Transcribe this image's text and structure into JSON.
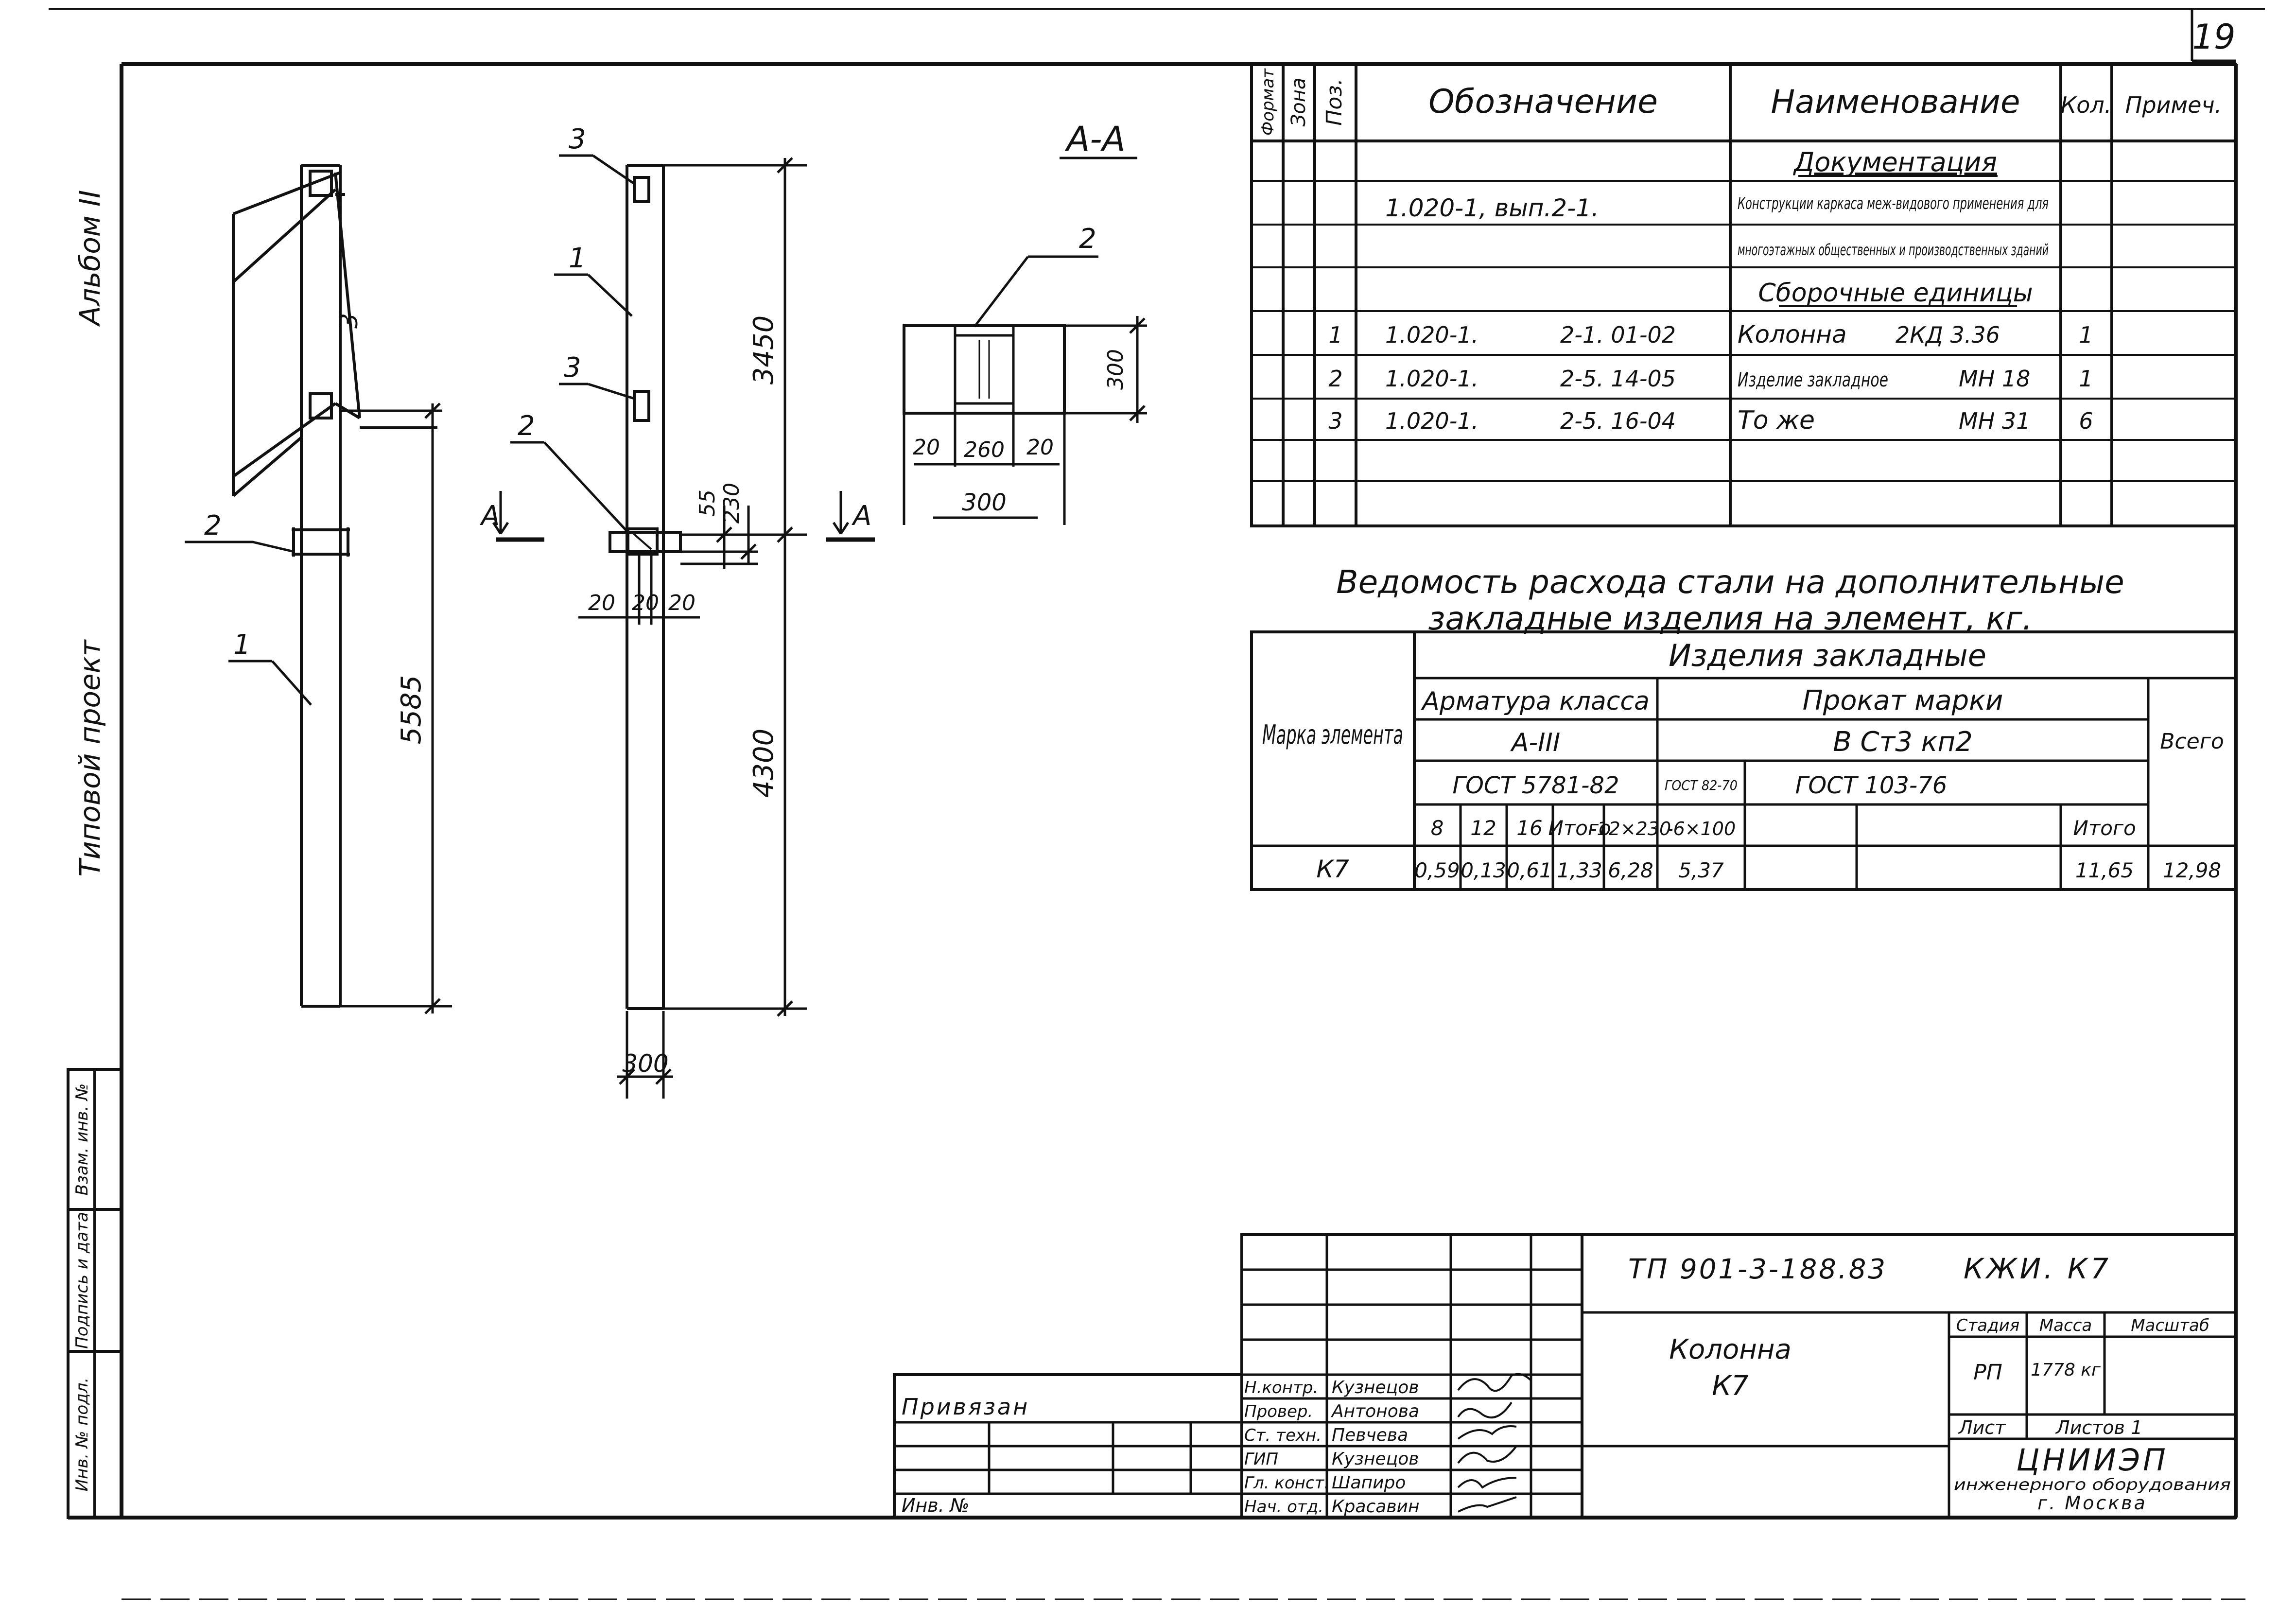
{
  "sheet_number": "19",
  "side_labels": {
    "album": "Альбом II",
    "project": "Типовой проект",
    "stamp_inv": "Инв. № подл.",
    "stamp_sign": "Подпись и дата",
    "stamp_vzam": "Взам. инв. №"
  },
  "drawing": {
    "section_title": "А-А",
    "section_mark": "А",
    "callouts": {
      "col": "1",
      "emb2": "2",
      "emb3": "3"
    },
    "dims": {
      "total_height": "5585",
      "upper": "3450",
      "lower": "4300",
      "width": "300",
      "d20": "20",
      "d55": "55",
      "d230": "230",
      "d260": "260",
      "sec_width": "300",
      "sec_height": "300"
    }
  },
  "spec_table": {
    "headers": {
      "format": "Формат",
      "zone": "Зона",
      "pos": "Поз.",
      "designation": "Обозначение",
      "name": "Наименование",
      "qty": "Кол.",
      "note": "Примеч."
    },
    "section_docs": "Документация",
    "doc_designation": "1.020-1, вып.2-1.",
    "doc_name_1": "Конструкции каркаса меж-видового применения для",
    "doc_name_2": "многоэтажных общественных и производственных зданий",
    "section_assemblies": "Сборочные единицы",
    "rows": [
      {
        "pos": "1",
        "des_a": "1.020-1.",
        "des_b": "2-1. 01-02",
        "name": "Колонна",
        "mark": "2КД 3.36",
        "qty": "1"
      },
      {
        "pos": "2",
        "des_a": "1.020-1.",
        "des_b": "2-5. 14-05",
        "name": "Изделие закладное",
        "mark": "МН 18",
        "qty": "1"
      },
      {
        "pos": "3",
        "des_a": "1.020-1.",
        "des_b": "2-5. 16-04",
        "name": "То же",
        "mark": "МН 31",
        "qty": "6"
      }
    ]
  },
  "steel_table": {
    "title_1": "Ведомость расхода стали на дополнительные",
    "title_2": "закладные изделия на элемент, кг.",
    "h_items": "Изделия закладные",
    "h_rebar": "Арматура класса",
    "h_rolled": "Прокат марки",
    "h_rebar_class": "А-III",
    "h_rolled_grade": "В Ст3 кп2",
    "h_gost1": "ГОСТ 5781-82",
    "h_gost2": "ГОСТ 82-70",
    "h_gost3": "ГОСТ 103-76",
    "h_mark": "Марка элемента",
    "h_total": "Всего",
    "cols": [
      "8",
      "12",
      "16",
      "Итого",
      "-12×230",
      "-6×100",
      "",
      "Итого"
    ],
    "row": {
      "mark": "К7",
      "values": [
        "0,59",
        "0,13",
        "0,61",
        "1,33",
        "6,28",
        "5,37",
        "",
        "11,65"
      ],
      "total": "12,98"
    }
  },
  "title_block": {
    "code": "ТП 901-3-188.83",
    "section": "КЖИ. К7",
    "object_1": "Колонна",
    "object_2": "К7",
    "stage_h": "Стадия",
    "mass_h": "Масса",
    "scale_h": "Масштаб",
    "stage": "РП",
    "mass": "1778 кг",
    "sheet_h": "Лист",
    "sheets_h": "Листов 1",
    "org_1": "ЦНИИЭП",
    "org_2": "инженерного оборудования",
    "org_3": "г. Москва",
    "privyazan": "Привязан",
    "inv_no": "Инв. №",
    "roles": [
      {
        "role": "Н.контр.",
        "name": "Кузнецов"
      },
      {
        "role": "Провер.",
        "name": "Антонова"
      },
      {
        "role": "Ст. техн.",
        "name": "Певчева"
      },
      {
        "role": "ГИП",
        "name": "Кузнецов"
      },
      {
        "role": "Гл. конст.",
        "name": "Шапиро"
      },
      {
        "role": "Нач. отд.",
        "name": "Красавин"
      }
    ]
  }
}
